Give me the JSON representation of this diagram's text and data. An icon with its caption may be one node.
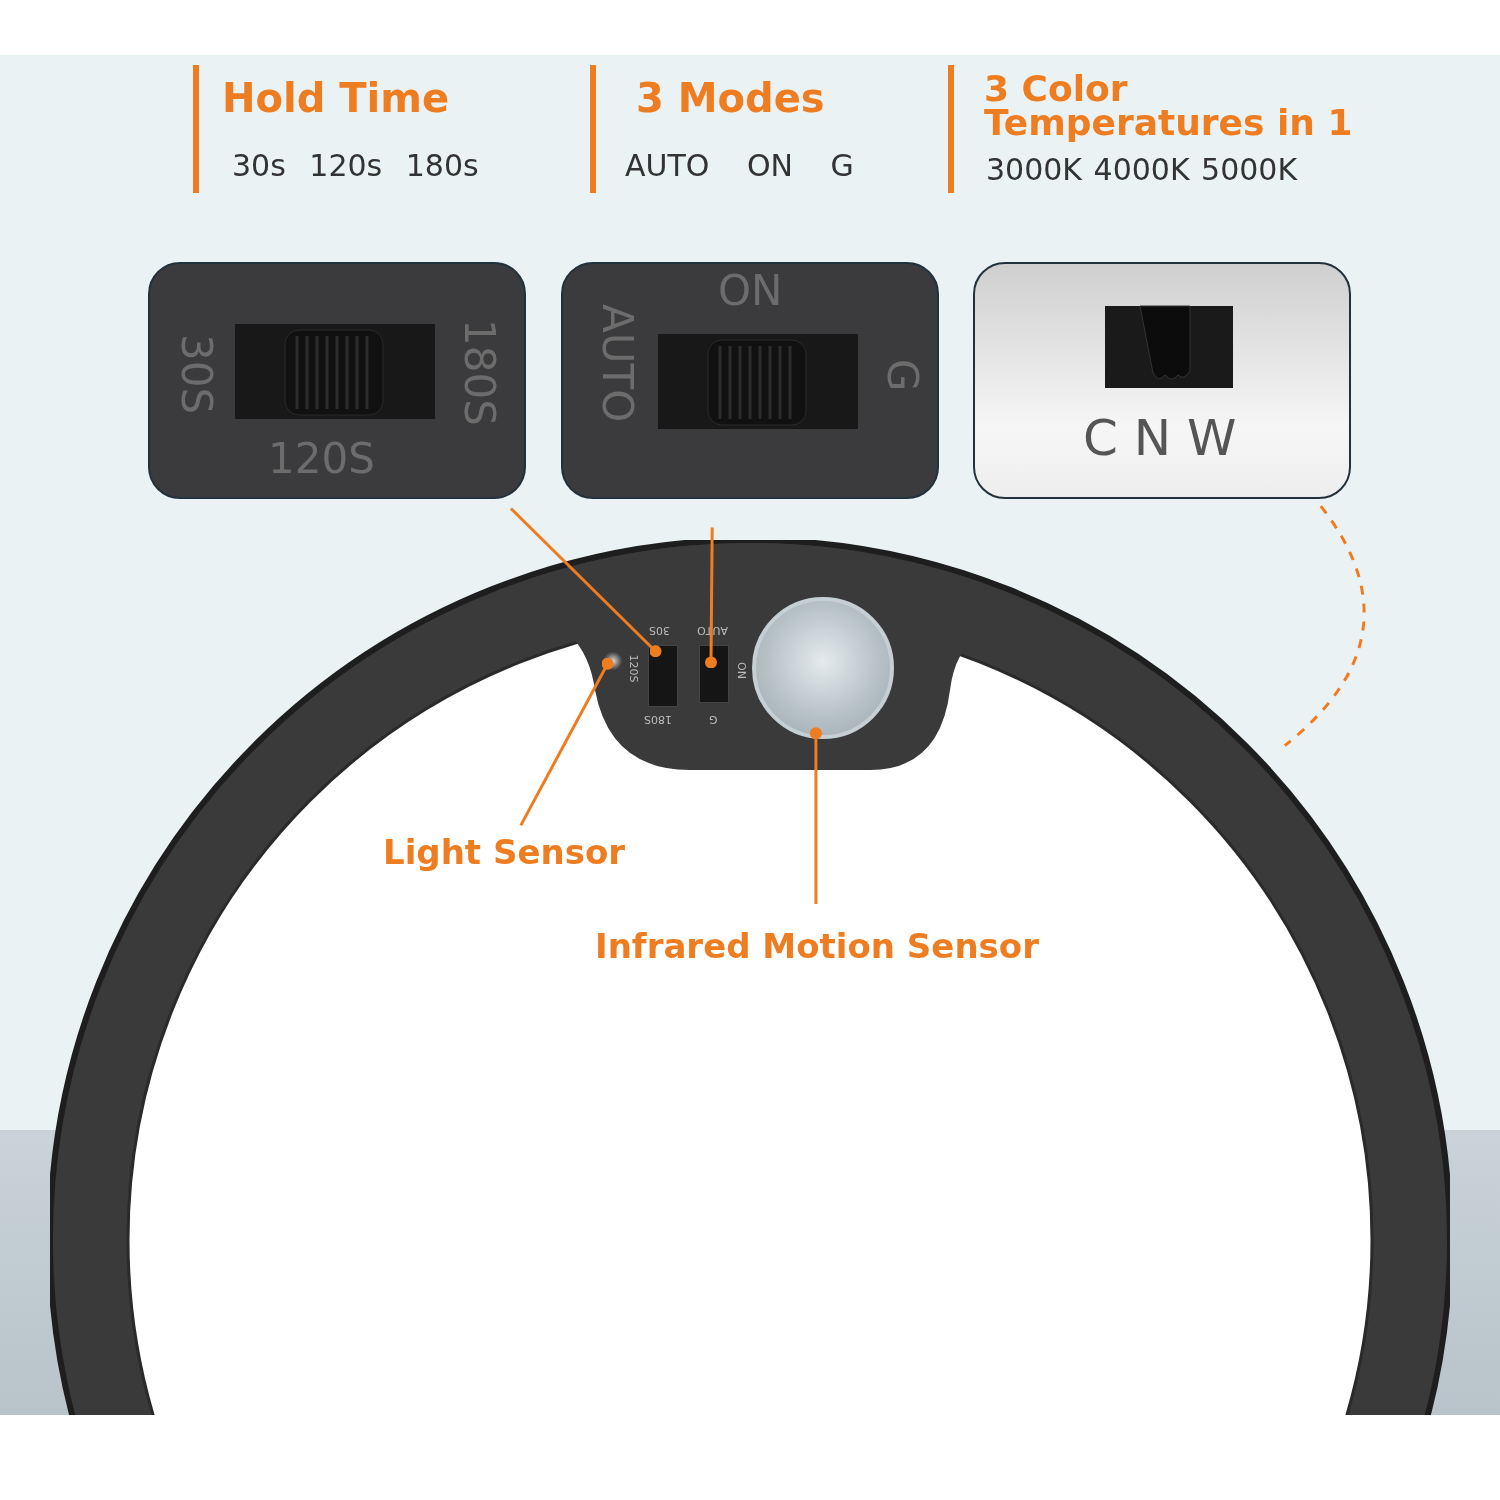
{
  "diagram": {
    "nodes": [
      {
        "text": [
          "30S",
          "180S",
          "120S"
        ]
      },
      {
        "text": [
          "ON",
          "AUTO",
          "G"
        ]
      },
      {
        "text": [
          "C N W"
        ]
      },
      {
        "text": [],
        "shape": "picture"
      },
      {
        "text": [],
        "shape": "box",
        "in": 3
      },
      {
        "text": [],
        "shape": "box",
        "in": 3
      },
      {
        "text": [],
        "shape": "circle",
        "in": 3
      },
      {
        "text": [],
        "shape": "circle",
        "in": 3
      },
      {
        "text": [
          "Light Sensor"
        ],
        "in": 3
      },
      {
        "text": [
          "Infrared Motion Sensor"
        ],
        "in": 3
      }
    ],
    "edges": [
      {
        "from": 0,
        "to": 4,
        "arrow": "other"
      },
      {
        "from": 1,
        "to": 5,
        "arrow": "other"
      },
      {
        "from": 2,
        "to": 3,
        "arrow": "none",
        "style": "dashed"
      },
      {
        "from": 8,
        "to": 6,
        "arrow": "other"
      },
      {
        "from": 9,
        "to": 7,
        "arrow": "other"
      }
    ],
    "labels": [
      "Hold Time",
      "30s 120s 180s",
      "3 Modes",
      "AUTO ON G",
      "3 Color Temperatures in 1",
      "3000K 4000K 5000K",
      "30S",
      "120S",
      "180S",
      "AUTO",
      "ON",
      "G"
    ]
  }
}
